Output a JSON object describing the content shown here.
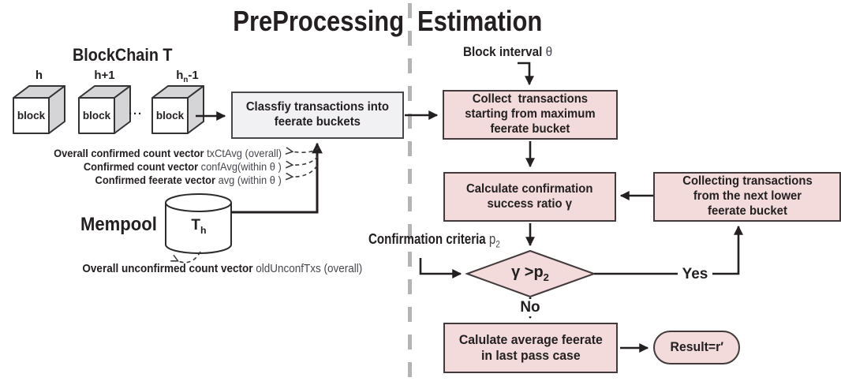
{
  "colors": {
    "pink_fill": "#f2dbda",
    "pink_border": "#433a3c",
    "gray_box_fill": "#f1f1f3",
    "gray_box_border": "#48484a",
    "cube_face_gray": "#d5d5d8",
    "line": "#242021",
    "dashed_separator": "#b4b4b7",
    "text": "#242021",
    "text_regular": "#46464e"
  },
  "header": {
    "preprocessing_title": "PreProcessing",
    "estimation_title": "Estimation"
  },
  "preprocessing": {
    "blockchain_label": "BlockChain T",
    "blocks": [
      {
        "height_pre": "h",
        "height_sub": "",
        "height_post": "",
        "body": "block"
      },
      {
        "height_pre": "h+1",
        "height_sub": "",
        "height_post": "",
        "body": "block"
      },
      {
        "height_pre": "h",
        "height_sub": "n",
        "height_post": "-1",
        "body": "block"
      }
    ],
    "ellipsis": "···",
    "classify_box_label": "Classfiy transactions into\nfeerate buckets",
    "vector_annotations": [
      {
        "bold": "Overall confirmed count vector",
        "regular": " txCtAvg (overall)"
      },
      {
        "bold": "Confirmed  count vector",
        "regular": "  confAvg(within θ )"
      },
      {
        "bold": "Confirmed  feerate vector",
        "regular": " avg (within θ )"
      }
    ],
    "mempool_label": "Mempool",
    "mempool_store": {
      "main": "T",
      "sub": "h"
    },
    "unconfirmed_annotation": {
      "bold": "Overall unconfirmed count vector",
      "regular": " oldUnconfTxs (overall)"
    }
  },
  "estimation": {
    "block_interval": {
      "bold": "Block interval",
      "regular": " θ"
    },
    "collect_box_label": "Collect  transactions\nstarting from maximum\nfeerate bucket",
    "calc_ratio_box_label": "Calculate confirmation\nsuccess ratio γ",
    "collecting_box_label": "Collecting transactions\nfrom the next lower\nfeerate bucket",
    "criteria": {
      "bold": "Confirmation criteria ",
      "var": "p",
      "sub": "2"
    },
    "decision": {
      "main": "γ >p",
      "sub": "2"
    },
    "yes_label": "Yes",
    "no_label": "No",
    "final_box_label": "Calulate average feerate\nin last pass case",
    "result_label": "Result=r′"
  }
}
